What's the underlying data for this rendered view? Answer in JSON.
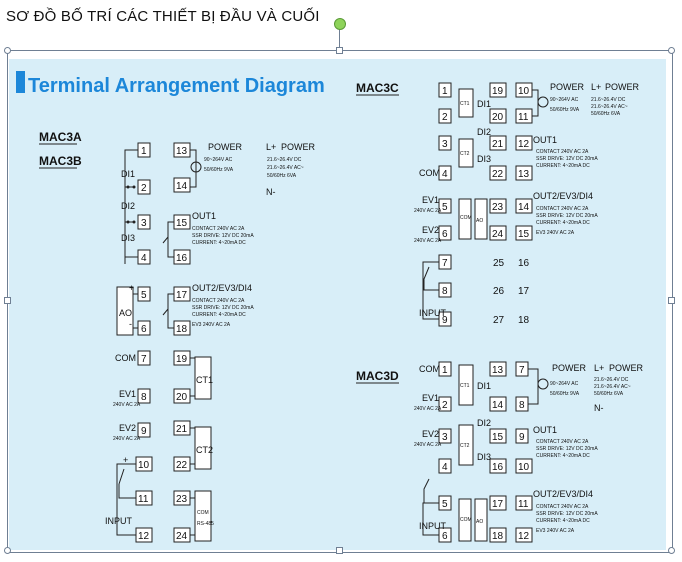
{
  "heading": "SƠ ĐỒ BỐ TRÍ CÁC THIẾT BỊ ĐẦU VÀ CUỐI",
  "diagram": {
    "title": "Terminal Arrangement Diagram",
    "models": {
      "mac3a": "MAC3A",
      "mac3b": "MAC3B",
      "mac3c": "MAC3C",
      "mac3d": "MAC3D"
    },
    "labels": {
      "power": "POWER",
      "power_ac": "90~264V AC",
      "power_freq": "50/60Hz 9VA",
      "power_dc1": "21.6~26.4V DC",
      "power_dc2": "21.6~26.4V AC~",
      "power_dc3": "50/60Hz 6VA",
      "di1": "DI1",
      "di2": "DI2",
      "di3": "DI3",
      "out1": "OUT1",
      "out1_l1": "CONTACT 240V AC 2A",
      "out1_l2": "SSR DRIVE: 12V DC 20mA",
      "out1_l3": "CURRENT: 4~20mA DC",
      "out2": "OUT2/EV3/DI4",
      "out2_l1": "CONTACT 240V AC 2A",
      "out2_l2": "SSR DRIVE: 12V DC 20mA",
      "out2_l3": "CURRENT: 4~20mA DC",
      "out2_l4": "EV3 240V AC 2A",
      "ao": "AO",
      "com": "COM",
      "ev1": "EV1",
      "ev2": "EV2",
      "ev_rating": "240V AC 2A",
      "ct1": "CT1",
      "ct2": "CT2",
      "rs485": "RS-485",
      "input": "INPUT",
      "plus": "+",
      "minus": "-",
      "l_plus": "L+",
      "n_minus": "N-"
    }
  }
}
